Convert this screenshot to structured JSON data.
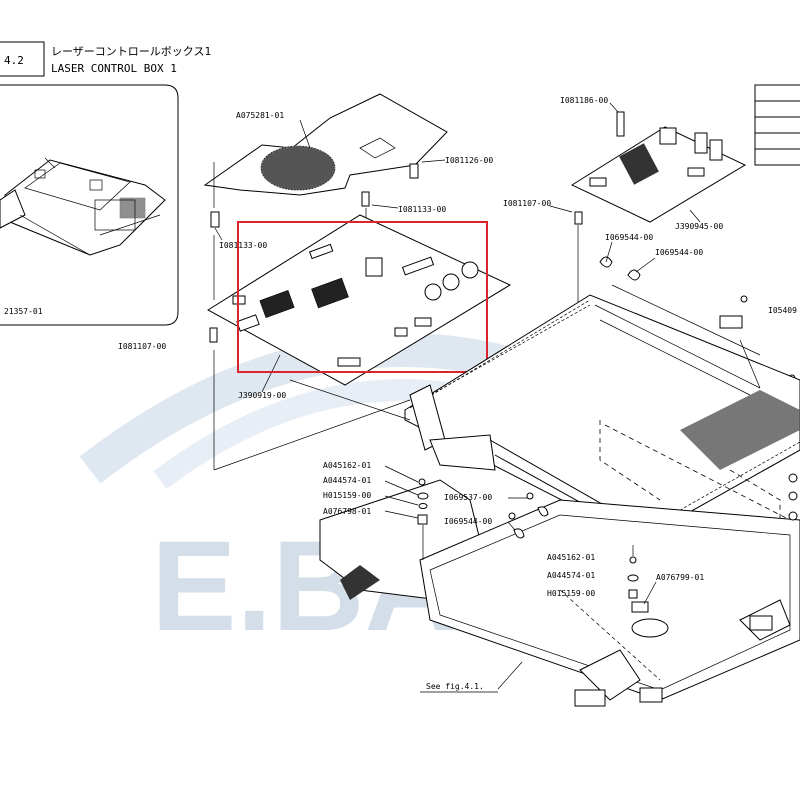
{
  "header": {
    "figure_number": "4.2",
    "title_jp": "レーザーコントロールボックス1",
    "title_en": "LASER CONTROL BOX 1"
  },
  "inset": {
    "part_number": "21357-01"
  },
  "watermark": {
    "text": "E.BANG",
    "color": "#9fb9cf"
  },
  "highlight": {
    "color": "#d9262c"
  },
  "callouts": {
    "a075281": "A075281-01",
    "i081126": "I081126-00",
    "i081133_right": "I081133-00",
    "i081133_left": "I081133-00",
    "i081107_left": "I081107-00",
    "j390919": "J390919-00",
    "i081186": "I081186-00",
    "i081107_right": "I081107-00",
    "j390945": "J390945-00",
    "i069544_a": "I069544-00",
    "i069544_b": "I069544-00",
    "i05409": "I05409",
    "a045162_left": "A045162-01",
    "a044574_left": "A044574-01",
    "h015159_left": "H015159-00",
    "a076798": "A076798-01",
    "i069537": "I069537-00",
    "i069544_c": "I069544-00",
    "a045162_right": "A045162-01",
    "a044574_right": "A044574-01",
    "a076799": "A076799-01",
    "h015159_right": "H015159-00",
    "see_fig": "See fig.4.1."
  }
}
